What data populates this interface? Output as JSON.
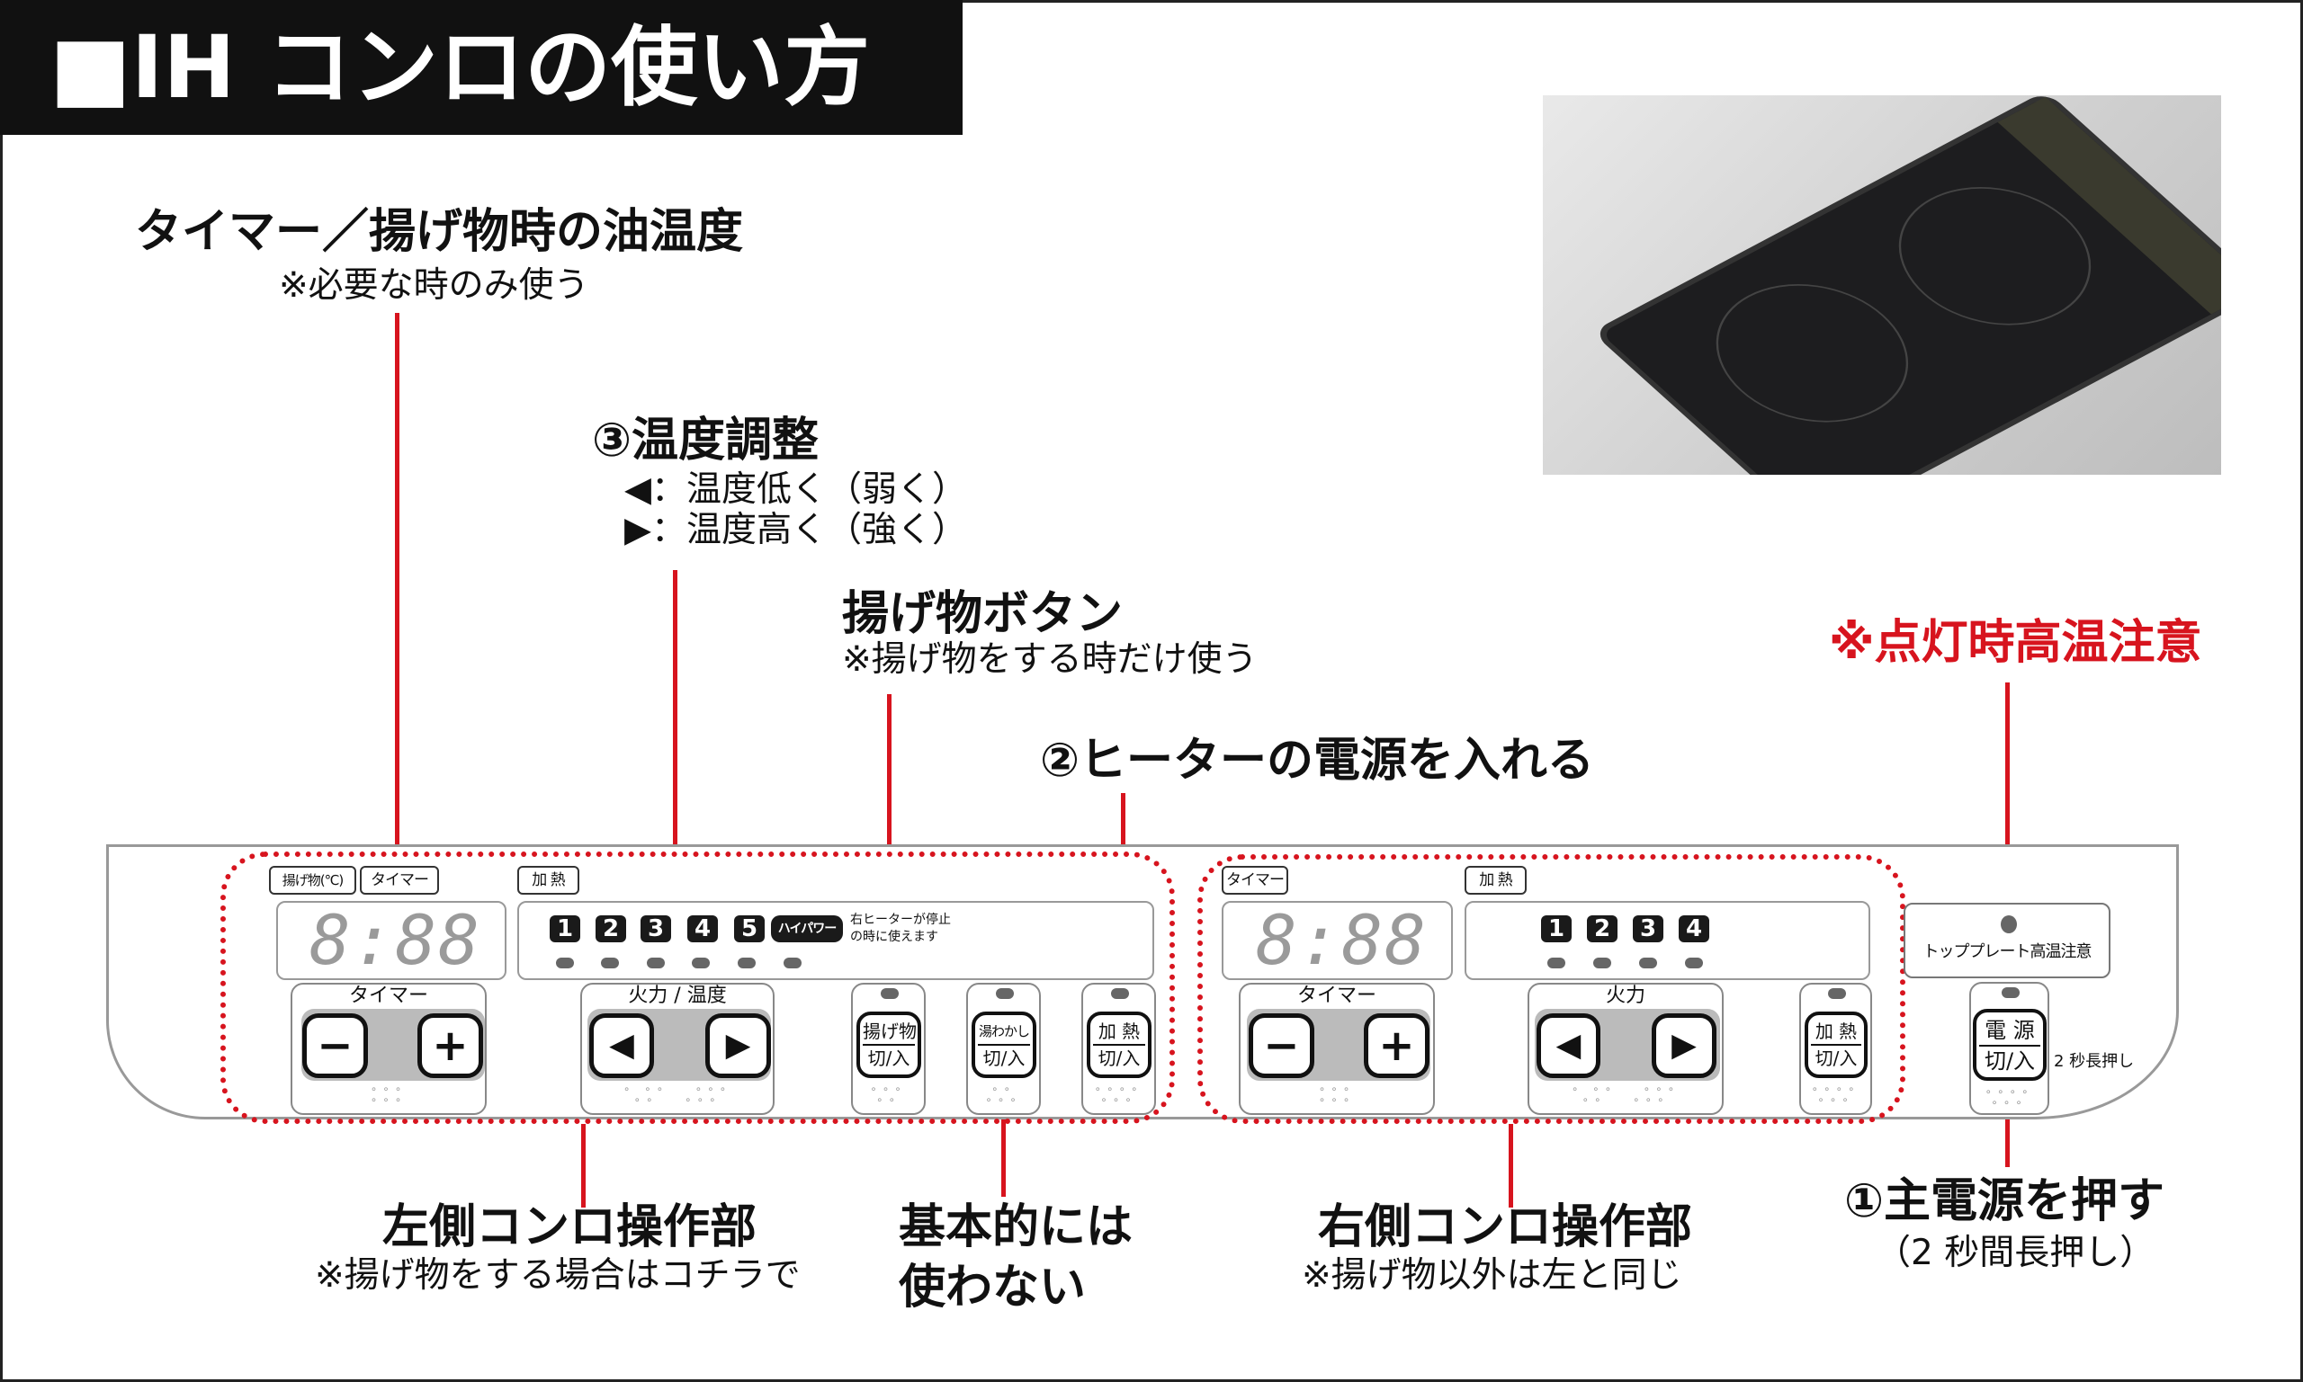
{
  "title": "■IH コンロの使い方",
  "annotations": {
    "timer_temp": {
      "title": "タイマー／揚げ物時の油温度",
      "sub": "※必要な時のみ使う"
    },
    "temp_adjust": {
      "title": "③温度調整",
      "line1": "◀：温度低く（弱く）",
      "line2": "▶：温度高く（強く）"
    },
    "fry_button": {
      "title": "揚げ物ボタン",
      "sub": "※揚げ物をする時だけ使う"
    },
    "heater_power": {
      "title": "②ヒーターの電源を入れる"
    },
    "hot_warning": {
      "title": "※点灯時高温注意"
    },
    "main_power": {
      "title": "①主電源を押す",
      "sub": "（2 秒間長押し）"
    },
    "left_panel": {
      "title": "左側コンロ操作部",
      "sub": "※揚げ物をする場合はコチラで"
    },
    "kettle": {
      "line1": "基本的には",
      "line2": "使わない"
    },
    "right_panel": {
      "title": "右側コンロ操作部",
      "sub": "※揚げ物以外は左と同じ"
    }
  },
  "panel": {
    "left": {
      "label_fry": "揚げ物(℃)",
      "label_timer": "タイマー",
      "label_heat": "加 熱",
      "display": "8:88",
      "levels": [
        "1",
        "2",
        "3",
        "4",
        "5",
        "ハイパワー"
      ],
      "note1": "右ヒーターが停止",
      "note2": "の時に使えます",
      "timer_group": "タイマー",
      "minus": "−",
      "plus": "+",
      "fire_group": "火力 / 温度",
      "left_arrow": "◀",
      "right_arrow": "▶",
      "fry_btn": {
        "top": "揚げ物",
        "bottom": "切/入"
      },
      "kettle_btn": {
        "top": "湯わかし",
        "bottom": "切/入"
      },
      "heat_btn": {
        "top": "加 熱",
        "bottom": "切/入"
      }
    },
    "right": {
      "label_timer": "タイマー",
      "label_heat": "加 熱",
      "display": "8:88",
      "levels": [
        "1",
        "2",
        "3",
        "4"
      ],
      "timer_group": "タイマー",
      "minus": "−",
      "plus": "+",
      "fire_group": "火力",
      "left_arrow": "◀",
      "right_arrow": "▶",
      "heat_btn": {
        "top": "加 熱",
        "bottom": "切/入"
      }
    },
    "warning_label": "トッププレート高温注意",
    "power_btn": {
      "top": "電 源",
      "bottom": "切/入"
    },
    "long_press": "2 秒長押し"
  },
  "colors": {
    "accent": "#d7141e",
    "title_bg": "#111111"
  }
}
